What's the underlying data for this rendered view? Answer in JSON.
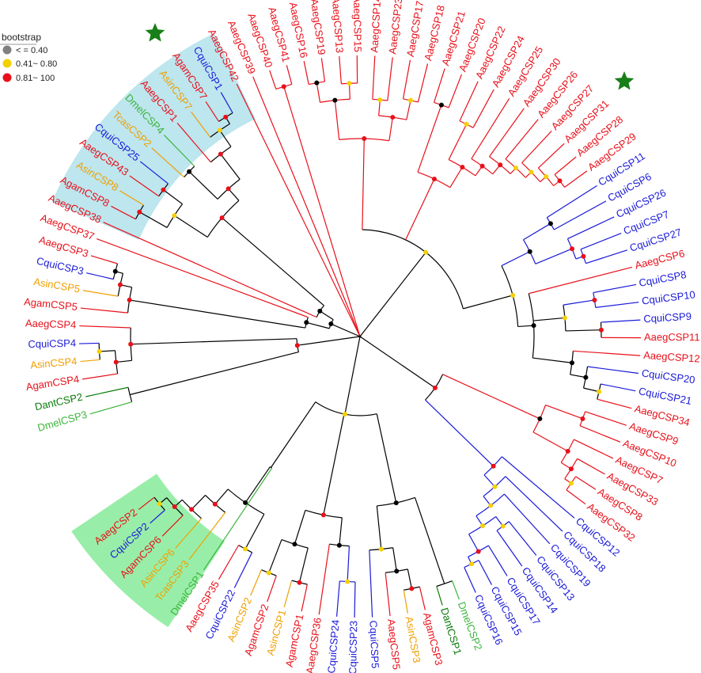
{
  "legend": {
    "title": "bootstrap",
    "items": [
      {
        "label": "< = 0.40",
        "color": "#808080"
      },
      {
        "label": "0.41~ 0.80",
        "color": "#f5d000"
      },
      {
        "label": "0.81~ 100",
        "color": "#e8101a"
      }
    ]
  },
  "colors": {
    "red": "#e8101a",
    "blue": "#1a1ad8",
    "orange": "#f0a000",
    "green": "#0a7a0a",
    "lightgreen": "#3cb43c",
    "black": "#000000",
    "highlight_green": "#98eea8",
    "highlight_blue": "#bde6ee",
    "star": "#187e18"
  },
  "leaves": [
    {
      "name": "DmelCSP3",
      "color": "lightgreen"
    },
    {
      "name": "DantCSP2",
      "color": "green"
    },
    {
      "name": "AgamCSP4",
      "color": "red"
    },
    {
      "name": "AsinCSP4",
      "color": "orange"
    },
    {
      "name": "CquiCSP4",
      "color": "blue"
    },
    {
      "name": "AaegCSP4",
      "color": "red"
    },
    {
      "name": "AgamCSP5",
      "color": "red"
    },
    {
      "name": "AsinCSP5",
      "color": "orange"
    },
    {
      "name": "CquiCSP3",
      "color": "blue"
    },
    {
      "name": "AaegCSP3",
      "color": "red"
    },
    {
      "name": "AaegCSP37",
      "color": "red"
    },
    {
      "name": "AaegCSP38",
      "color": "red"
    },
    {
      "name": "AgamCSP8",
      "color": "red"
    },
    {
      "name": "AsinCSP8",
      "color": "orange"
    },
    {
      "name": "AaegCSP43",
      "color": "red"
    },
    {
      "name": "CquiCSP25",
      "color": "blue"
    },
    {
      "name": "TcasCSP2",
      "color": "orange"
    },
    {
      "name": "DmelCSP4",
      "color": "lightgreen"
    },
    {
      "name": "AaegCSP1",
      "color": "red"
    },
    {
      "name": "AsinCSP7",
      "color": "orange"
    },
    {
      "name": "AgamCSP7",
      "color": "red"
    },
    {
      "name": "CquiCSP1",
      "color": "blue"
    },
    {
      "name": "AaegCSP42",
      "color": "red"
    },
    {
      "name": "AaegCSP39",
      "color": "red"
    },
    {
      "name": "AaegCSP40",
      "color": "red"
    },
    {
      "name": "AaegCSP41",
      "color": "red"
    },
    {
      "name": "AaegCSP16",
      "color": "red"
    },
    {
      "name": "AaegCSP19",
      "color": "red"
    },
    {
      "name": "AaegCSP13",
      "color": "red"
    },
    {
      "name": "AaegCSP15",
      "color": "red"
    },
    {
      "name": "AaegCSP14",
      "color": "red"
    },
    {
      "name": "AaegCSP23",
      "color": "red"
    },
    {
      "name": "AaegCSP17",
      "color": "red"
    },
    {
      "name": "AaegCSP18",
      "color": "red"
    },
    {
      "name": "AaegCSP21",
      "color": "red"
    },
    {
      "name": "AaegCSP20",
      "color": "red"
    },
    {
      "name": "AaegCSP22",
      "color": "red"
    },
    {
      "name": "AaegCSP24",
      "color": "red"
    },
    {
      "name": "AaegCSP25",
      "color": "red"
    },
    {
      "name": "AaegCSP30",
      "color": "red"
    },
    {
      "name": "AaegCSP26",
      "color": "red"
    },
    {
      "name": "AaegCSP27",
      "color": "red"
    },
    {
      "name": "AaegCSP31",
      "color": "red"
    },
    {
      "name": "AaegCSP28",
      "color": "red"
    },
    {
      "name": "AaegCSP29",
      "color": "red"
    },
    {
      "name": "CquiCSP11",
      "color": "blue"
    },
    {
      "name": "CquiCSP6",
      "color": "blue"
    },
    {
      "name": "CquiCSP26",
      "color": "blue"
    },
    {
      "name": "CquiCSP7",
      "color": "blue"
    },
    {
      "name": "CquiCSP27",
      "color": "blue"
    },
    {
      "name": "AaegCSP6",
      "color": "red"
    },
    {
      "name": "CquiCSP8",
      "color": "blue"
    },
    {
      "name": "CquiCSP10",
      "color": "blue"
    },
    {
      "name": "CquiCSP9",
      "color": "blue"
    },
    {
      "name": "AaegCSP11",
      "color": "red"
    },
    {
      "name": "AaegCSP12",
      "color": "red"
    },
    {
      "name": "CquiCSP20",
      "color": "blue"
    },
    {
      "name": "CquiCSP21",
      "color": "blue"
    },
    {
      "name": "AaegCSP34",
      "color": "red"
    },
    {
      "name": "AaegCSP9",
      "color": "red"
    },
    {
      "name": "AaegCSP10",
      "color": "red"
    },
    {
      "name": "AaegCSP7",
      "color": "red"
    },
    {
      "name": "AaegCSP33",
      "color": "red"
    },
    {
      "name": "AaegCSP8",
      "color": "red"
    },
    {
      "name": "AaegCSP32",
      "color": "red"
    },
    {
      "name": "CquiCSP12",
      "color": "blue"
    },
    {
      "name": "CquiCSP18",
      "color": "blue"
    },
    {
      "name": "CquiCSP19",
      "color": "blue"
    },
    {
      "name": "CquiCSP13",
      "color": "blue"
    },
    {
      "name": "CquiCSP14",
      "color": "blue"
    },
    {
      "name": "CquiCSP17",
      "color": "blue"
    },
    {
      "name": "CquiCSP15",
      "color": "blue"
    },
    {
      "name": "CquiCSP16",
      "color": "blue"
    },
    {
      "name": "DmelCSP2",
      "color": "lightgreen"
    },
    {
      "name": "DantCSP1",
      "color": "green"
    },
    {
      "name": "AgamCSP3",
      "color": "red"
    },
    {
      "name": "AsinCSP3",
      "color": "orange"
    },
    {
      "name": "AaegCSP5",
      "color": "red"
    },
    {
      "name": "CquiCSP5",
      "color": "blue"
    },
    {
      "name": "CquiCSP23",
      "color": "blue"
    },
    {
      "name": "CquiCSP24",
      "color": "blue"
    },
    {
      "name": "AaegCSP36",
      "color": "red"
    },
    {
      "name": "AgamCSP1",
      "color": "red"
    },
    {
      "name": "AsinCSP1",
      "color": "orange"
    },
    {
      "name": "AgamCSP2",
      "color": "red"
    },
    {
      "name": "AsinCSP2",
      "color": "orange"
    },
    {
      "name": "CquiCSP22",
      "color": "blue"
    },
    {
      "name": "AaegCSP35",
      "color": "red"
    },
    {
      "name": "DmelCSP1",
      "color": "lightgreen"
    },
    {
      "name": "TcasCSP3",
      "color": "orange"
    },
    {
      "name": "AsinCSP6",
      "color": "orange"
    },
    {
      "name": "AgamCSP6",
      "color": "red"
    },
    {
      "name": "CquiCSP2",
      "color": "blue"
    },
    {
      "name": "AaegCSP2",
      "color": "red"
    }
  ]
}
